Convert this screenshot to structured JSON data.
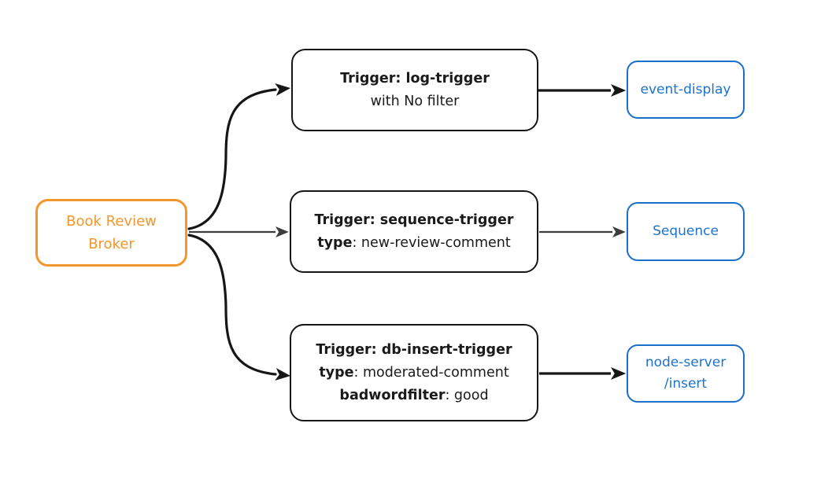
{
  "broker": {
    "line1": "Book Review",
    "line2": "Broker"
  },
  "triggers": [
    {
      "lines": [
        {
          "bold": "Trigger: log-trigger",
          "regular": ""
        },
        {
          "bold": "",
          "regular": "with No filter"
        }
      ]
    },
    {
      "lines": [
        {
          "bold": "Trigger: sequence-trigger",
          "regular": ""
        },
        {
          "bold": "type",
          "regular": ": new-review-comment"
        }
      ]
    },
    {
      "lines": [
        {
          "bold": "Trigger: db-insert-trigger",
          "regular": ""
        },
        {
          "bold": "type",
          "regular": ": moderated-comment"
        },
        {
          "bold": "badwordfilter",
          "regular": ": good"
        }
      ]
    }
  ],
  "sinks": [
    {
      "lines": [
        "event-display"
      ]
    },
    {
      "lines": [
        "Sequence"
      ]
    },
    {
      "lines": [
        "node-server",
        "/insert"
      ]
    }
  ],
  "colors": {
    "broker_accent": "#F5962B",
    "sink_accent": "#1A6FC8",
    "edge_black": "#161616",
    "edge_gray": "#3D3D3D"
  }
}
